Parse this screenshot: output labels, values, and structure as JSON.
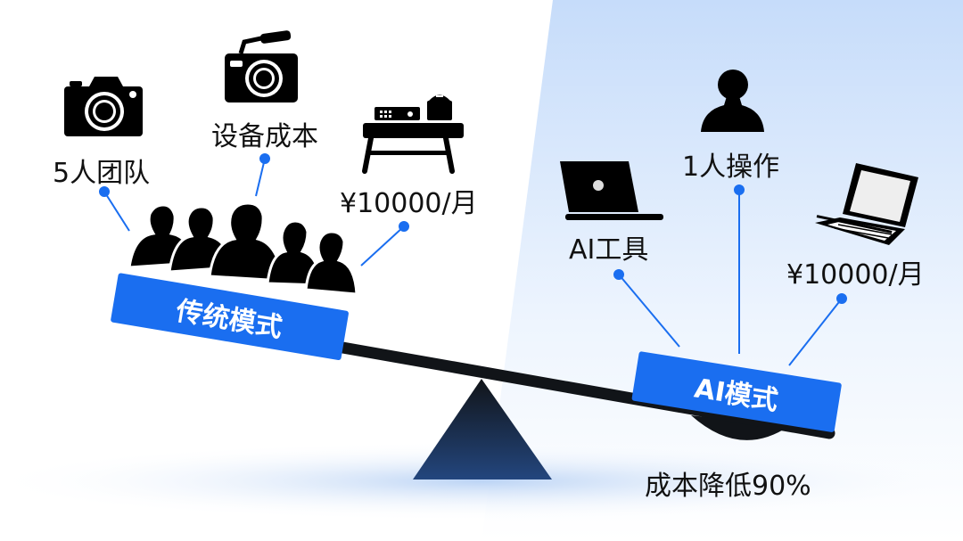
{
  "left_side": {
    "plate_label": "传统模式",
    "items": [
      {
        "label": "5人团队",
        "icon": "camera-icon"
      },
      {
        "label": "设备成本",
        "icon": "video-camera-icon"
      },
      {
        "label": "¥10000/月",
        "icon": "desk-equipment-icon"
      }
    ],
    "weight_icon": "team-silhouettes-icon"
  },
  "right_side": {
    "plate_label": "AI模式",
    "items": [
      {
        "label": "AI工具",
        "icon": "laptop-icon"
      },
      {
        "label": "1人操作",
        "icon": "person-icon"
      },
      {
        "label": "¥10000/月",
        "icon": "laptop-keyboard-icon"
      }
    ],
    "caption": "成本降低90%"
  },
  "colors": {
    "accent": "#1a6ef0",
    "beam": "#111418",
    "fulcrum_top": "#111418",
    "fulcrum_bottom": "#1f3d6e",
    "bg_right": "#cfe2fb"
  }
}
